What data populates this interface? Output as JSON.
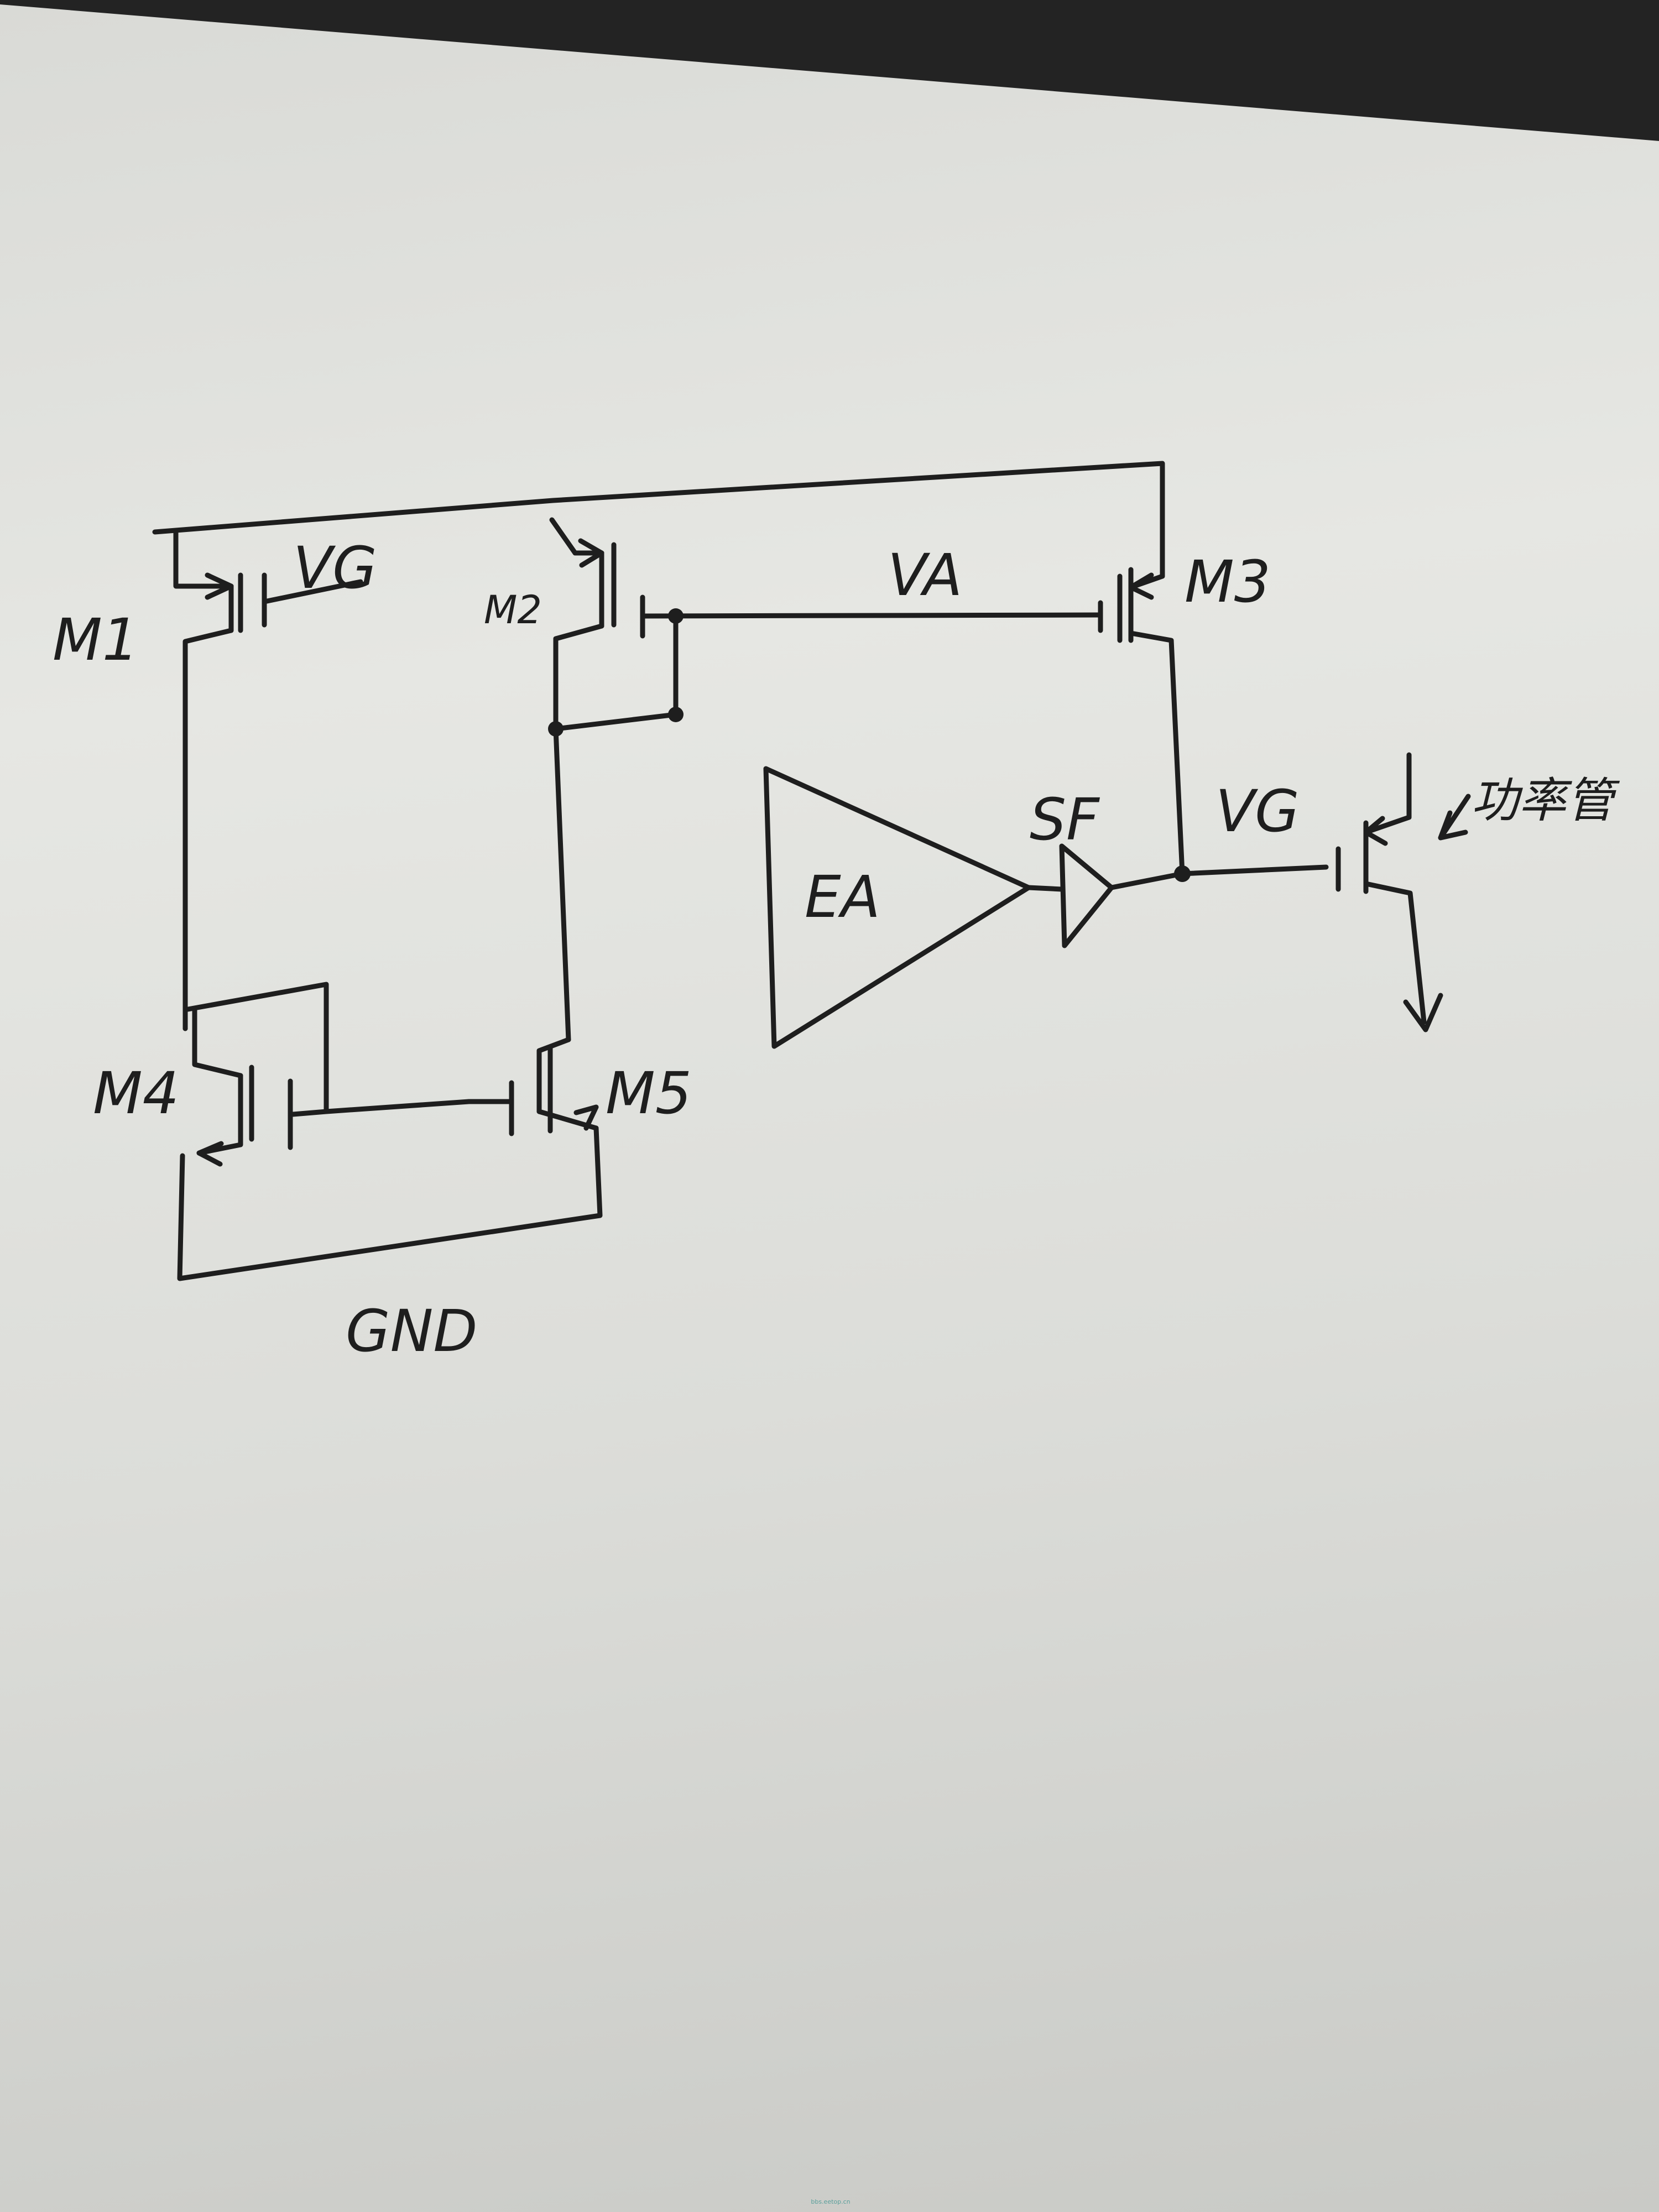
{
  "labels": {
    "m1": "M1",
    "m2": "M2",
    "m3": "M3",
    "m4": "M4",
    "m5": "M5",
    "vg_top": "VG",
    "va": "VA",
    "ea": "EA",
    "sf": "SF",
    "vg_out": "VG",
    "power_tube": "功率管",
    "gnd": "GND"
  },
  "watermark": "bbs.eetop.cn",
  "colors": {
    "ink": "#1e1e1e",
    "paper": "#e3e4e0",
    "frame": "#232323",
    "watermark": "#5a9f9b"
  }
}
